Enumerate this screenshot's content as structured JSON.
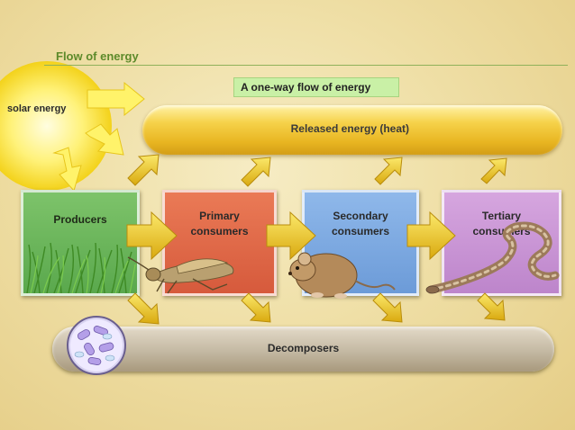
{
  "title": "Flow of energy",
  "banner": "A one-way flow of energy",
  "solar_label": "solar energy",
  "heat_label": "Released energy (heat)",
  "levels": {
    "producers": [
      "Producers"
    ],
    "primary": [
      "Primary",
      "consumers"
    ],
    "secondary": [
      "Secondary",
      "consumers"
    ],
    "tertiary": [
      "Tertiary",
      "consumers"
    ]
  },
  "decomposers_label": "Decomposers",
  "colors": {
    "title": "#5d8a2a",
    "producers": "#5aa84d",
    "primary": "#d65a3c",
    "secondary": "#6c9bd8",
    "tertiary": "#bd85cb",
    "heat": "#e8b521",
    "arrow": "#e6c21a",
    "decomposers": "#c4b9a3"
  }
}
